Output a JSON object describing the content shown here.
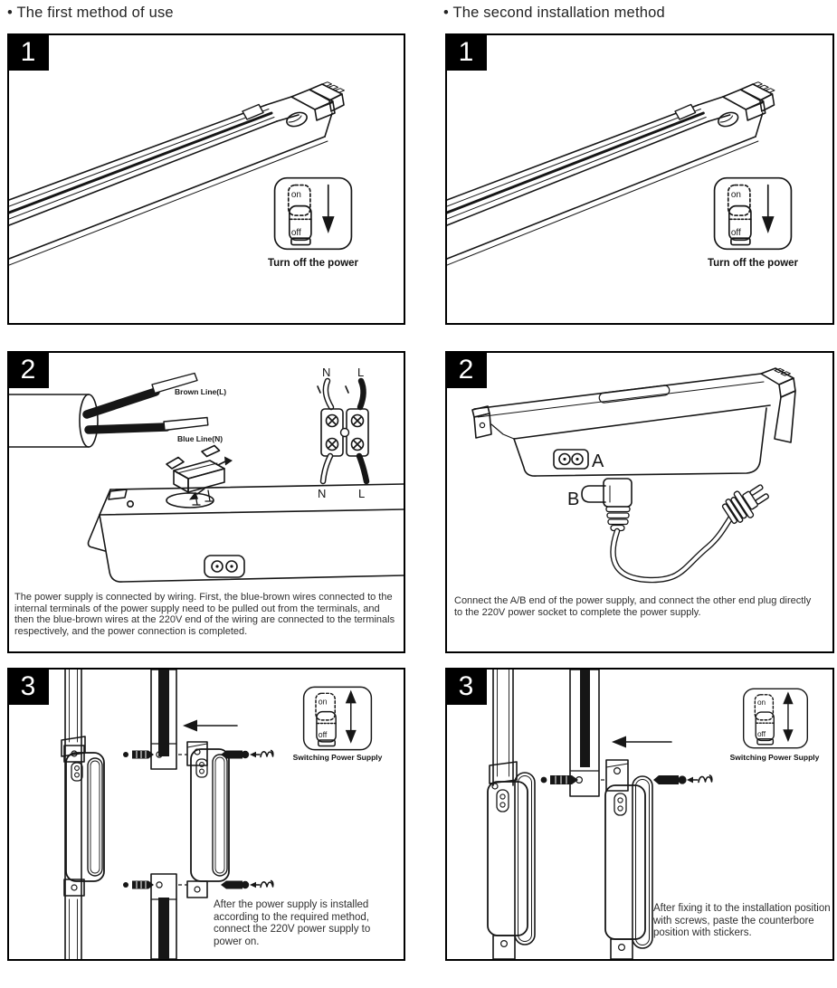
{
  "colors": {
    "line": "#161616",
    "text": "#2e2e2e",
    "badge_bg": "#000000",
    "badge_fg": "#ffffff"
  },
  "switch": {
    "on": "on",
    "off": "off"
  },
  "left_column": {
    "title": "• The first method of use",
    "step1": {
      "number": "1",
      "caption": "Turn off the power"
    },
    "step2": {
      "number": "2",
      "brown_wire_label": "Brown Line(L)",
      "blue_wire_label": "Blue Line(N)",
      "terminal_n_top": "N",
      "terminal_l_top": "L",
      "terminal_n_bottom": "N",
      "terminal_l_bottom": "L",
      "description": "The power supply is connected by wiring. First, the blue-brown wires connected to the internal terminals of the power supply need to be pulled out from the terminals, and then the blue-brown wires at the 220V end of the wiring are connected to the terminals respectively, and the power connection is completed."
    },
    "step3": {
      "number": "3",
      "caption": "Switching Power Supply",
      "description": "After the power supply is installed according to the required method, connect the 220V power supply to power on."
    }
  },
  "right_column": {
    "title": "• The second installation method",
    "step1": {
      "number": "1",
      "caption": "Turn off the power"
    },
    "step2": {
      "number": "2",
      "socket_label": "A",
      "plug_label": "B",
      "description": "Connect the A/B end of the power supply, and connect the other end plug directly to the 220V power socket to complete the power supply."
    },
    "step3": {
      "number": "3",
      "caption": "Switching Power Supply",
      "description": "After fixing it to the installation position with screws, paste the counterbore position with stickers."
    }
  }
}
